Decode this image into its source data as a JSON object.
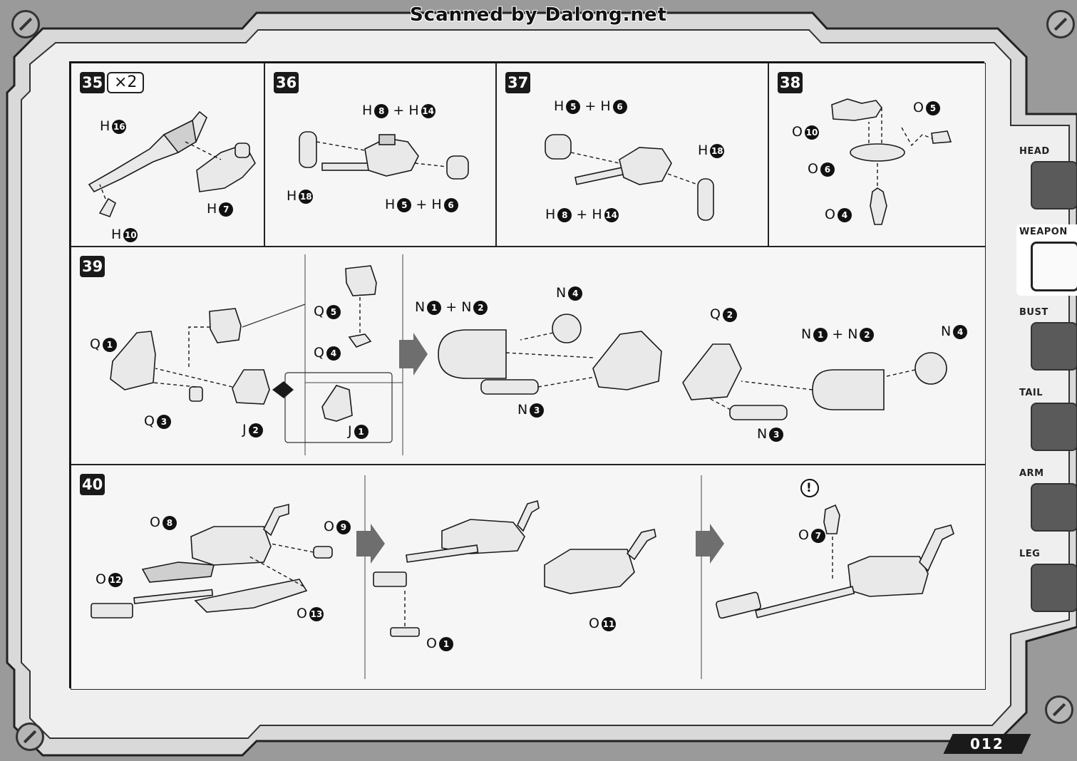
{
  "watermark": "Scanned by Dalong.net",
  "page_number": "012",
  "side_tabs": [
    {
      "name": "HEAD",
      "active": false
    },
    {
      "name": "WEAPON",
      "active": true
    },
    {
      "name": "BUST",
      "active": false
    },
    {
      "name": "TAIL",
      "active": false
    },
    {
      "name": "ARM",
      "active": false
    },
    {
      "name": "LEG",
      "active": false
    }
  ],
  "steps": {
    "s35": {
      "number": "35",
      "multiplier": "×2"
    },
    "s36": {
      "number": "36"
    },
    "s37": {
      "number": "37"
    },
    "s38": {
      "number": "38"
    },
    "s39": {
      "number": "39"
    },
    "s40": {
      "number": "40"
    }
  },
  "parts": {
    "H16": {
      "letter": "H",
      "num": "16"
    },
    "H7": {
      "letter": "H",
      "num": "7"
    },
    "H10": {
      "letter": "H",
      "num": "10"
    },
    "H8": {
      "letter": "H",
      "num": "8"
    },
    "H14": {
      "letter": "H",
      "num": "14"
    },
    "H18": {
      "letter": "H",
      "num": "18"
    },
    "H5": {
      "letter": "H",
      "num": "5"
    },
    "H6": {
      "letter": "H",
      "num": "6"
    },
    "O10": {
      "letter": "O",
      "num": "10"
    },
    "O5": {
      "letter": "O",
      "num": "5"
    },
    "O6": {
      "letter": "O",
      "num": "6"
    },
    "O4": {
      "letter": "O",
      "num": "4"
    },
    "Q5": {
      "letter": "Q",
      "num": "5"
    },
    "Q4": {
      "letter": "Q",
      "num": "4"
    },
    "Q1": {
      "letter": "Q",
      "num": "1"
    },
    "Q3": {
      "letter": "Q",
      "num": "3"
    },
    "Q2": {
      "letter": "Q",
      "num": "2"
    },
    "J2": {
      "letter": "J",
      "num": "2"
    },
    "J1": {
      "letter": "J",
      "num": "1"
    },
    "N1": {
      "letter": "N",
      "num": "1"
    },
    "N2": {
      "letter": "N",
      "num": "2"
    },
    "N3": {
      "letter": "N",
      "num": "3"
    },
    "N4": {
      "letter": "N",
      "num": "4"
    },
    "O8": {
      "letter": "O",
      "num": "8"
    },
    "O9": {
      "letter": "O",
      "num": "9"
    },
    "O12": {
      "letter": "O",
      "num": "12"
    },
    "O13": {
      "letter": "O",
      "num": "13"
    },
    "O1": {
      "letter": "O",
      "num": "1"
    },
    "O11": {
      "letter": "O",
      "num": "11"
    },
    "O7": {
      "letter": "O",
      "num": "7"
    }
  },
  "plus": "+",
  "caution": "!"
}
